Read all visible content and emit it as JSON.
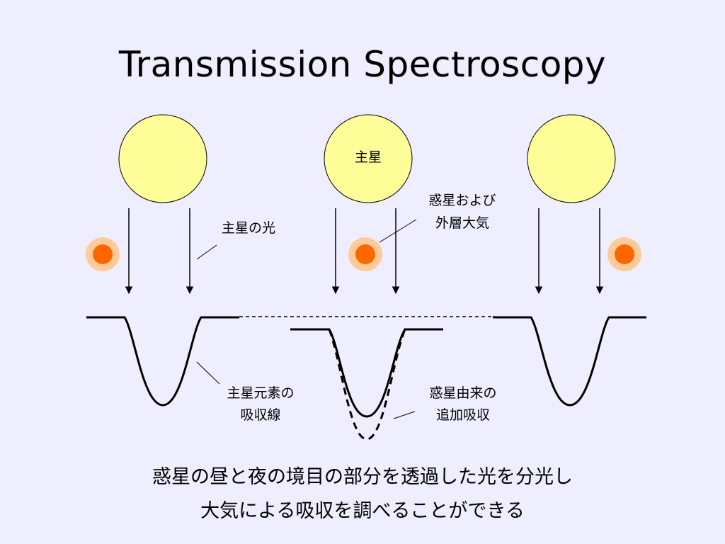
{
  "title": "Transmission Spectroscopy",
  "labels": {
    "star_center": "主星",
    "star_light": "主星の光",
    "planet_atmosphere_line1": "惑星および",
    "planet_atmosphere_line2": "外層大気",
    "stellar_absorption_line1": "主星元素の",
    "stellar_absorption_line2": "吸収線",
    "planet_absorption_line1": "惑星由来の",
    "planet_absorption_line2": "追加吸収"
  },
  "caption": {
    "line1": "惑星の昼と夜の境目の部分を透過した光を分光し",
    "line2": "大気による吸収を調べることができる"
  },
  "colors": {
    "background": "#EEEEFF",
    "star_fill": "#FFFF99",
    "planet_core": "#FF6600",
    "planet_halo": "#FFCC99",
    "line": "#000000"
  }
}
